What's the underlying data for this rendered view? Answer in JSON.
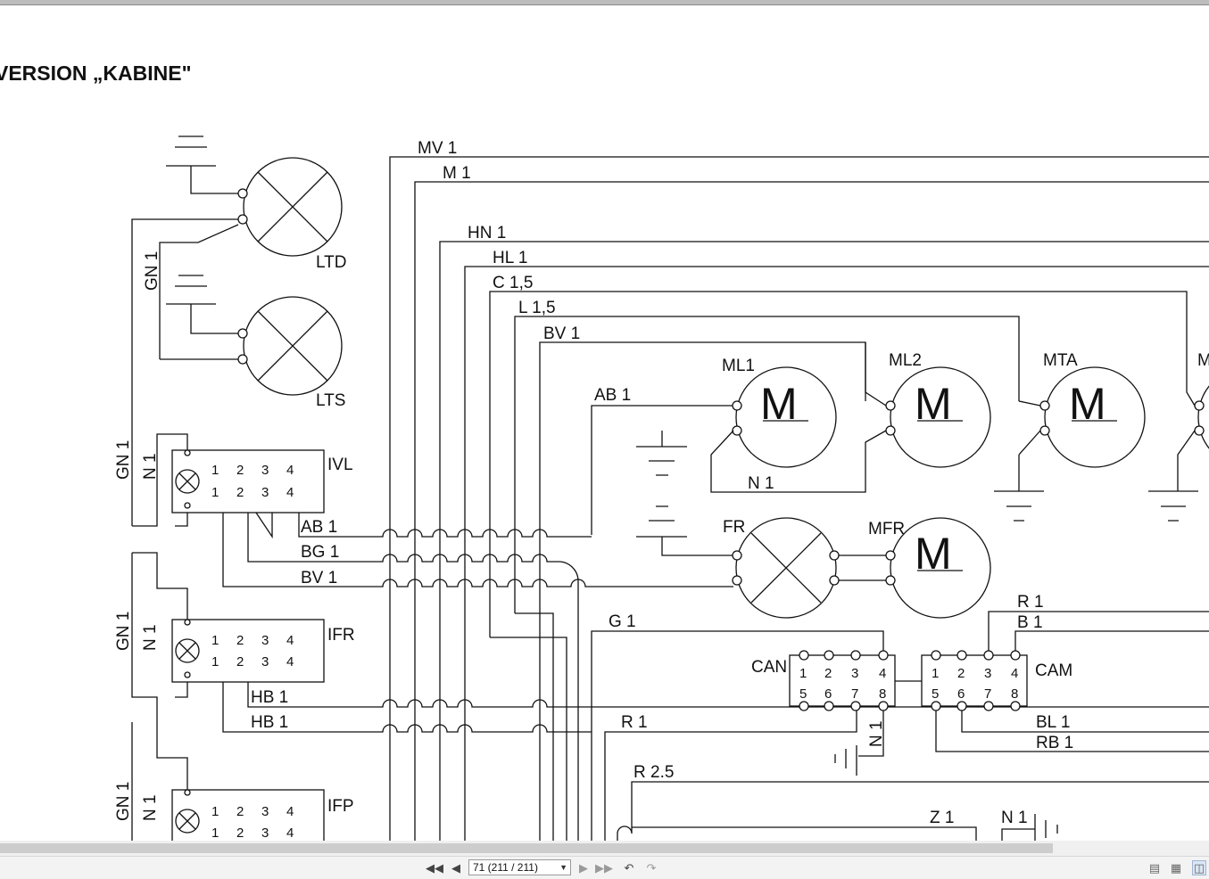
{
  "title": "VERSION „KABINE\"",
  "labels": {
    "mv1": "MV 1",
    "m1": "M 1",
    "hn1": "HN 1",
    "hl1": "HL 1",
    "c15": "C 1,5",
    "l15": "L 1,5",
    "bv1_top": "BV 1",
    "ab1_top": "AB 1",
    "ltd": "LTD",
    "lts": "LTS",
    "gn1_a": "GN 1",
    "gn1_b": "GN 1",
    "n1_b": "N 1",
    "gn1_c": "GN 1",
    "n1_c": "N 1",
    "gn1_d": "GN 1",
    "n1_d": "N 1",
    "ivl": "IVL",
    "ifr": "IFR",
    "ifp": "IFP",
    "ab1_sw": "AB 1",
    "bg1": "BG 1",
    "bv1_sw": "BV 1",
    "hb1_a": "HB 1",
    "hb1_b": "HB 1",
    "ml1": "ML1",
    "ml2": "ML2",
    "mta": "MTA",
    "m_cut": "M",
    "mfr": "MFR",
    "fr": "FR",
    "n1_motor": "N 1",
    "motor_letter": "M",
    "g1": "G 1",
    "r1_left": "R 1",
    "r25": "R 2.5",
    "z1": "Z 1",
    "n1_bottom": "N 1",
    "n1_can": "N 1",
    "can": "CAN",
    "cam": "CAM",
    "r1_right": "R 1",
    "b1": "B 1",
    "bl1": "BL 1",
    "rb1": "RB 1"
  },
  "connector_pins": [
    "1",
    "2",
    "3",
    "4",
    "5",
    "6",
    "7",
    "8"
  ],
  "switch_pins": [
    "1",
    "2",
    "3",
    "4"
  ],
  "viewer": {
    "page_indicator": "71 (211 / 211)",
    "first_page_icon": "first-page-icon",
    "prev_page_icon": "prev-page-icon",
    "next_page_icon": "next-page-icon",
    "last_page_icon": "last-page-icon"
  }
}
